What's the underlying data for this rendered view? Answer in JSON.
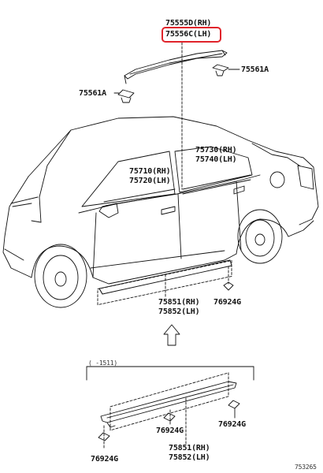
{
  "labels": {
    "p75555d": "75555D(RH)",
    "p75556c": "75556C(LH)",
    "p75561a_right": "75561A",
    "p75561a_left": "75561A",
    "p75730": "75730(RH)",
    "p75740": "75740(LH)",
    "p75710": "75710(RH)",
    "p75720": "75720(LH)",
    "p75851_top": "75851(RH)",
    "p75852_top": "75852(LH)",
    "p76924g_top": "76924G",
    "date_range": "( -1511)",
    "p76924g_mid_right": "76924G",
    "p76924g_mid": "76924G",
    "p76924g_bottom_left": "76924G",
    "p75851_bottom": "75851(RH)",
    "p75852_bottom": "75852(LH)",
    "diagram_id": "753265"
  },
  "colors": {
    "line": "#111111",
    "highlight": "#e0242b"
  }
}
